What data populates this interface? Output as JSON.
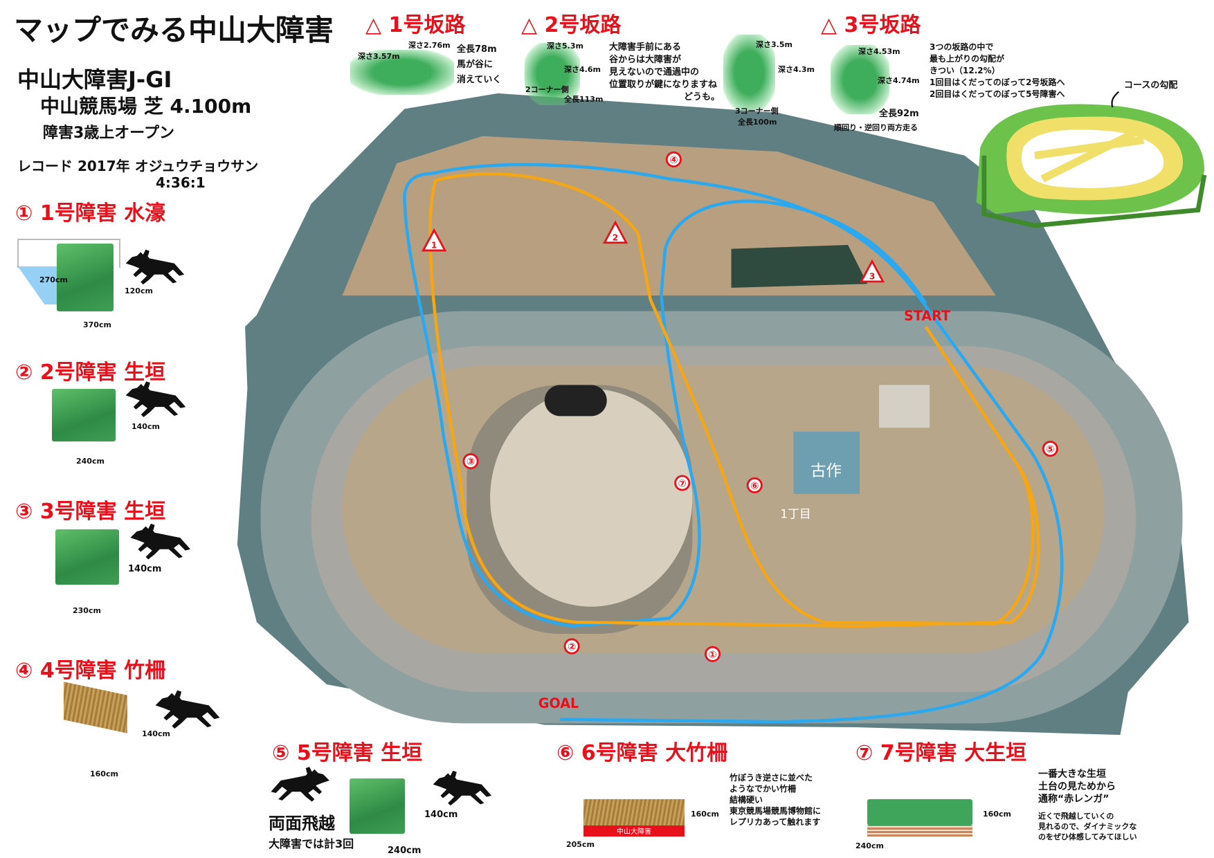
{
  "title": "マップでみる中山大障害",
  "race": {
    "name": "中山大障害J-GI",
    "venue": "中山競馬場 芝 4.100m",
    "class": "障害3歳上オープン",
    "record_label": "レコード 2017年 オジュウチョウサン",
    "record_time": "4:36:1"
  },
  "slopes": [
    {
      "title": "1号坂路",
      "mark": "1",
      "depth_a": "深さ3.57m",
      "depth_b": "深さ2.76m",
      "length": "全長78m",
      "note": [
        "馬が谷に",
        "消えていく"
      ]
    },
    {
      "title": "2号坂路",
      "mark": "2",
      "depth_a": "深さ5.3m",
      "depth_b": "深さ4.6m",
      "side": "2コーナー側",
      "length": "全長113m",
      "note": [
        "大障害手前にある",
        "谷からは大障害が",
        "見えないので通過中の",
        "位置取りが鍵になりますね",
        "どうも。"
      ],
      "part2": {
        "depth_a": "深さ3.5m",
        "depth_b": "深さ4.3m",
        "side": "3コーナー側",
        "length": "全長100m"
      }
    },
    {
      "title": "3号坂路",
      "mark": "3",
      "depth_a": "深さ4.53m",
      "depth_b": "深さ4.74m",
      "length": "全長92m",
      "sub": "順回り・逆回り両方走る",
      "note": [
        "3つの坂路の中で",
        "最も上がりの勾配が",
        "きつい（12.2%）",
        "1回目はくだってのぼって2号坂路へ",
        "2回目はくだってのぼって5号障害へ"
      ]
    }
  ],
  "gradient_label": "コースの勾配",
  "obstacles": [
    {
      "title": "① 1号障害 水濠",
      "dims": [
        "270cm",
        "120cm",
        "370cm"
      ]
    },
    {
      "title": "② 2号障害 生垣",
      "dims": [
        "140cm",
        "240cm"
      ]
    },
    {
      "title": "③ 3号障害 生垣",
      "dims": [
        "140cm",
        "230cm"
      ]
    },
    {
      "title": "④ 4号障害 竹柵",
      "dims": [
        "140cm",
        "160cm"
      ]
    },
    {
      "title": "⑤ 5号障害 生垣",
      "dims": [
        "140cm",
        "240cm"
      ],
      "note": [
        "両面飛越",
        "大障害では計3回"
      ]
    },
    {
      "title": "⑥ 6号障害 大竹柵",
      "dims": [
        "160cm",
        "205cm"
      ],
      "banner": "中山大障害",
      "note": [
        "竹ぼうき逆さに並べた",
        "ようなでかい竹柵",
        "結構硬い",
        "東京競馬場競馬博物館に",
        "レプリカあって触れます"
      ]
    },
    {
      "title": "⑦ 7号障害 大生垣",
      "dims": [
        "160cm",
        "240cm"
      ],
      "note": [
        "一番大きな生垣",
        "土台の見ためから",
        "通称“赤レンガ”"
      ],
      "note2": [
        "近くで飛越していくの",
        "見れるので、ダイナミックな",
        "のをぜひ体感してみてほしい"
      ]
    }
  ],
  "map": {
    "start": "START",
    "goal": "GOAL",
    "area1": "古作",
    "area2": "1丁目",
    "markers": [
      "①",
      "②",
      "③",
      "④",
      "⑤",
      "⑥",
      "⑦"
    ],
    "slope_marks": [
      "1",
      "2",
      "3"
    ]
  },
  "colors": {
    "red": "#e8101a",
    "blue_route": "#2aa8f0",
    "orange_route": "#f5a614",
    "turf": "#8a9896",
    "water": "#4f7a7a"
  }
}
